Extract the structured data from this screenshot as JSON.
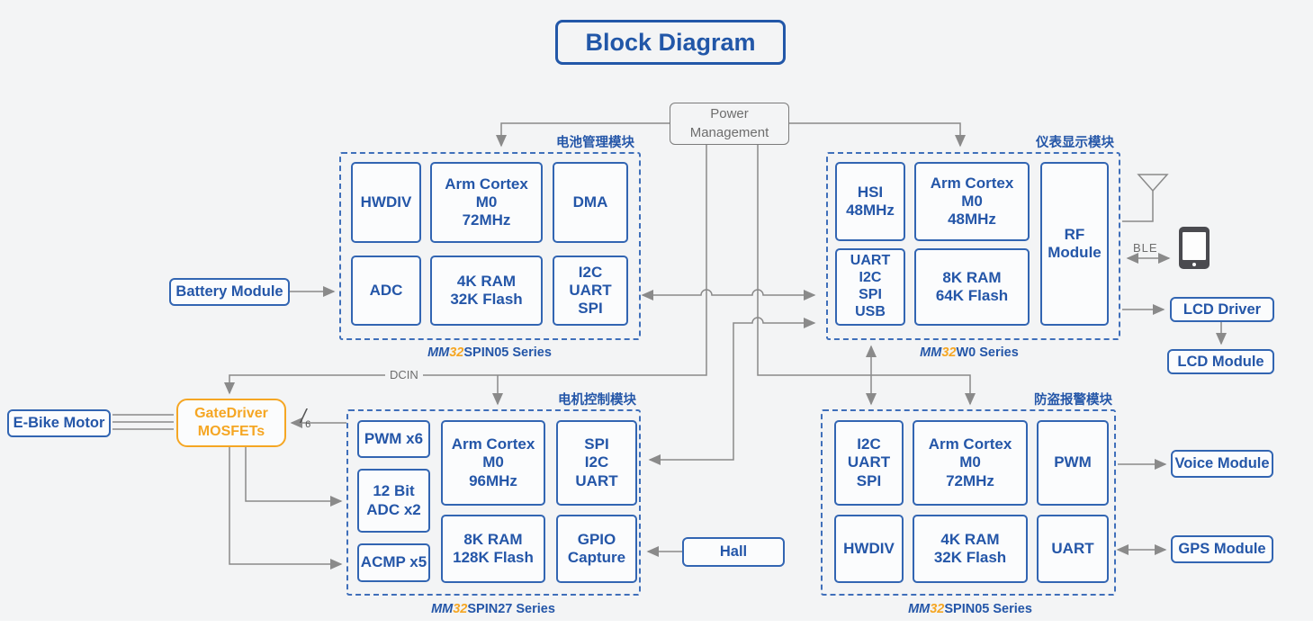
{
  "title": "Block Diagram",
  "power_management": "Power\nManagement",
  "labels": {
    "dcin": "DCIN",
    "ble": "BLE",
    "six_slash": "/",
    "six_num": "6"
  },
  "external": {
    "battery": "Battery Module",
    "ebike_motor": "E-Bike Motor",
    "gatedriver": "GateDriver\nMOSFETs",
    "hall": "Hall",
    "lcd_driver": "LCD Driver",
    "lcd_module": "LCD Module",
    "voice": "Voice Module",
    "gps": "GPS Module"
  },
  "modules": [
    {
      "title_cn": "电池管理模块",
      "series": {
        "mm": "MM",
        "num": "32",
        "rest": "SPIN05 Series"
      },
      "blocks": [
        "HWDIV",
        "Arm Cortex\nM0\n72MHz",
        "DMA",
        "ADC",
        "4K RAM\n32K Flash",
        "I2C\nUART\nSPI"
      ]
    },
    {
      "title_cn": "仪表显示模块",
      "series": {
        "mm": "MM",
        "num": "32",
        "rest": "W0 Series"
      },
      "blocks": [
        "HSI\n48MHz",
        "Arm Cortex\nM0\n48MHz",
        "RF\nModule",
        "UART\nI2C\nSPI\nUSB",
        "8K RAM\n64K Flash"
      ]
    },
    {
      "title_cn": "电机控制模块",
      "series": {
        "mm": "MM",
        "num": "32",
        "rest": "SPIN27 Series"
      },
      "blocks": [
        "PWM x6",
        "12 Bit\nADC x2",
        "ACMP x5",
        "Arm Cortex\nM0\n96MHz",
        "SPI\nI2C\nUART",
        "8K RAM\n128K Flash",
        "GPIO\nCapture"
      ]
    },
    {
      "title_cn": "防盗报警模块",
      "series": {
        "mm": "MM",
        "num": "32",
        "rest": "SPIN05 Series"
      },
      "blocks": [
        "I2C\nUART\nSPI",
        "Arm Cortex\nM0\n72MHz",
        "PWM",
        "HWDIV",
        "4K RAM\n32K Flash",
        "UART"
      ]
    }
  ],
  "colors": {
    "blue": "#2456a8",
    "orange": "#f5a623",
    "line_gray": "#8a8a8a",
    "pm_gray": "#6d6d6d"
  }
}
